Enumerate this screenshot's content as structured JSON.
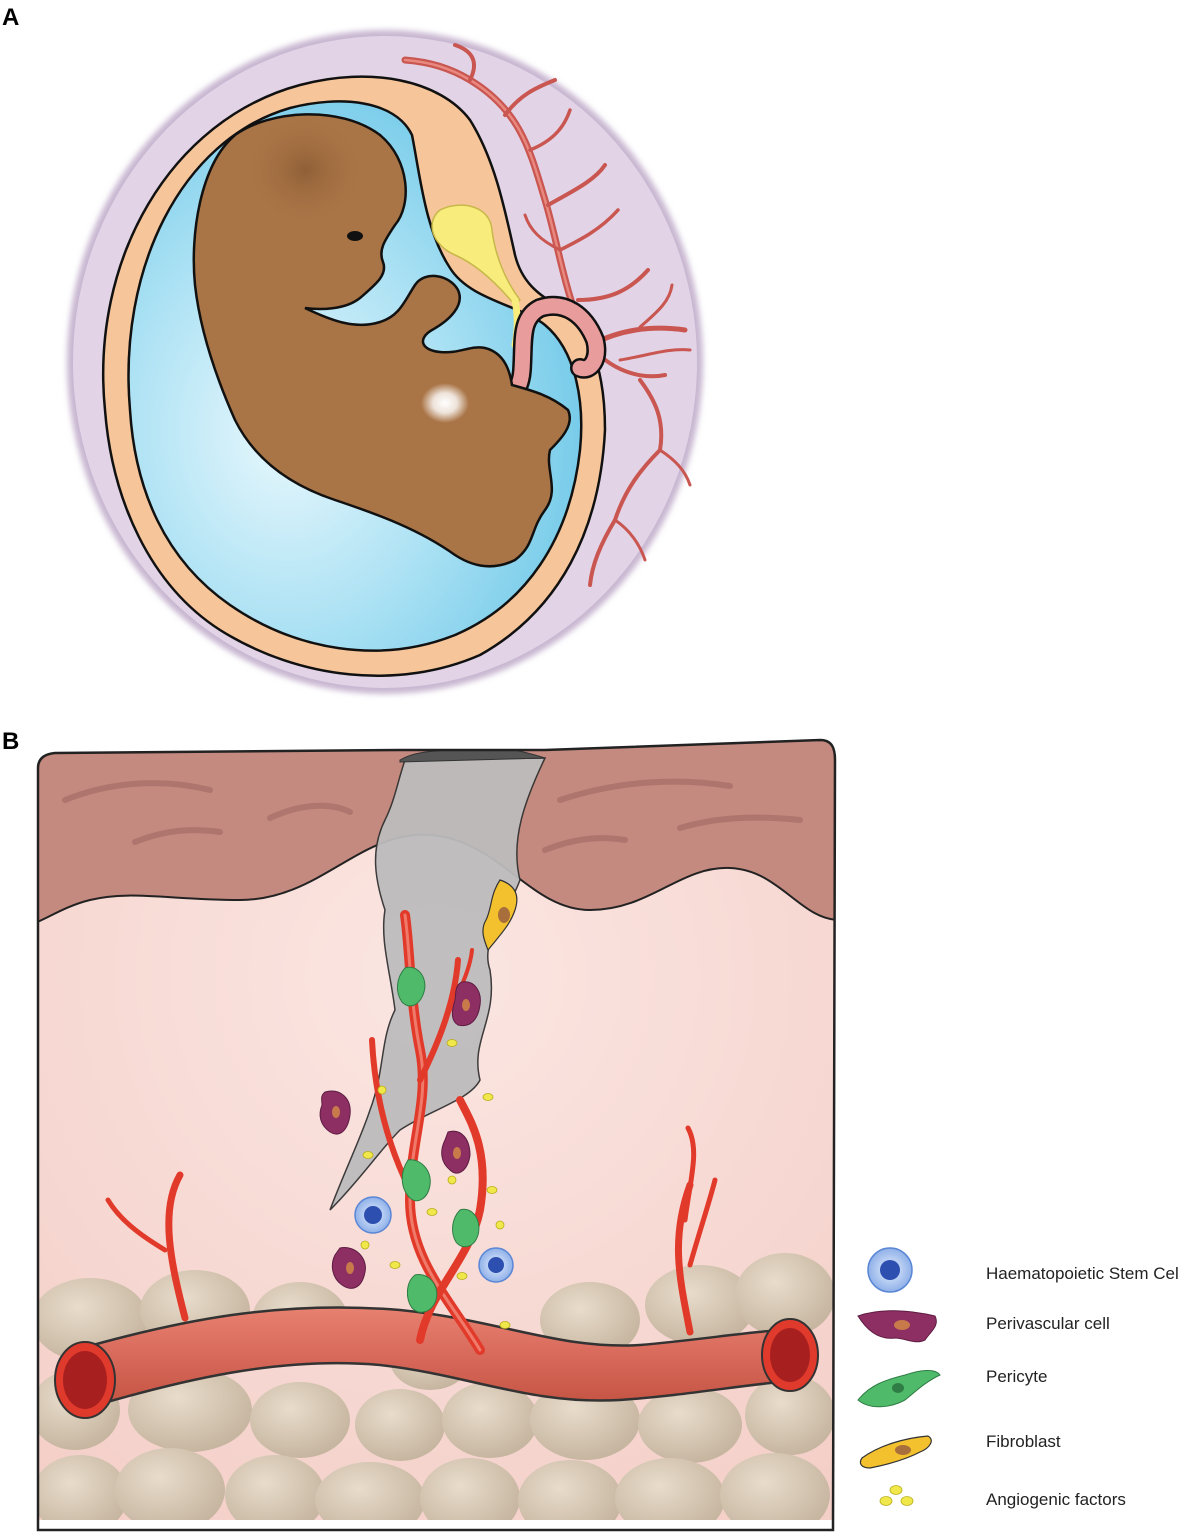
{
  "panels": {
    "a": {
      "label": "A"
    },
    "b": {
      "label": "B"
    }
  },
  "legend": {
    "items": [
      {
        "icon": "haematopoietic-stem-cell-icon",
        "label": "Haematopoietic Stem Cel"
      },
      {
        "icon": "perivascular-cell-icon",
        "label": "Perivascular cell"
      },
      {
        "icon": "pericyte-icon",
        "label": "Pericyte"
      },
      {
        "icon": "fibroblast-icon",
        "label": "Fibroblast"
      },
      {
        "icon": "angiogenic-factors-icon",
        "label": "Angiogenic factors"
      }
    ]
  },
  "colors": {
    "chorion": "#e2d4e6",
    "amnion": "#f6c59a",
    "amniotic_fluid": "#8fd6ee",
    "embryo": "#a97446",
    "yolk_sac": "#f8ec7c",
    "umbilical_cord": "#e99c9c",
    "villi_vessels": "#c95650",
    "epidermis": "#c48a7f",
    "dermis": "#f9ddd8",
    "adipose": "#d6c8b5",
    "vessel": "#d7685a",
    "capillary": "#e23a2a",
    "wound": "#bdbcbd",
    "stem_cell": "#5a86d6",
    "perivascular_cell": "#8e2f64",
    "pericyte": "#4fba6a",
    "fibroblast": "#f3c12e",
    "angiogenic_factor": "#f0e84a"
  }
}
